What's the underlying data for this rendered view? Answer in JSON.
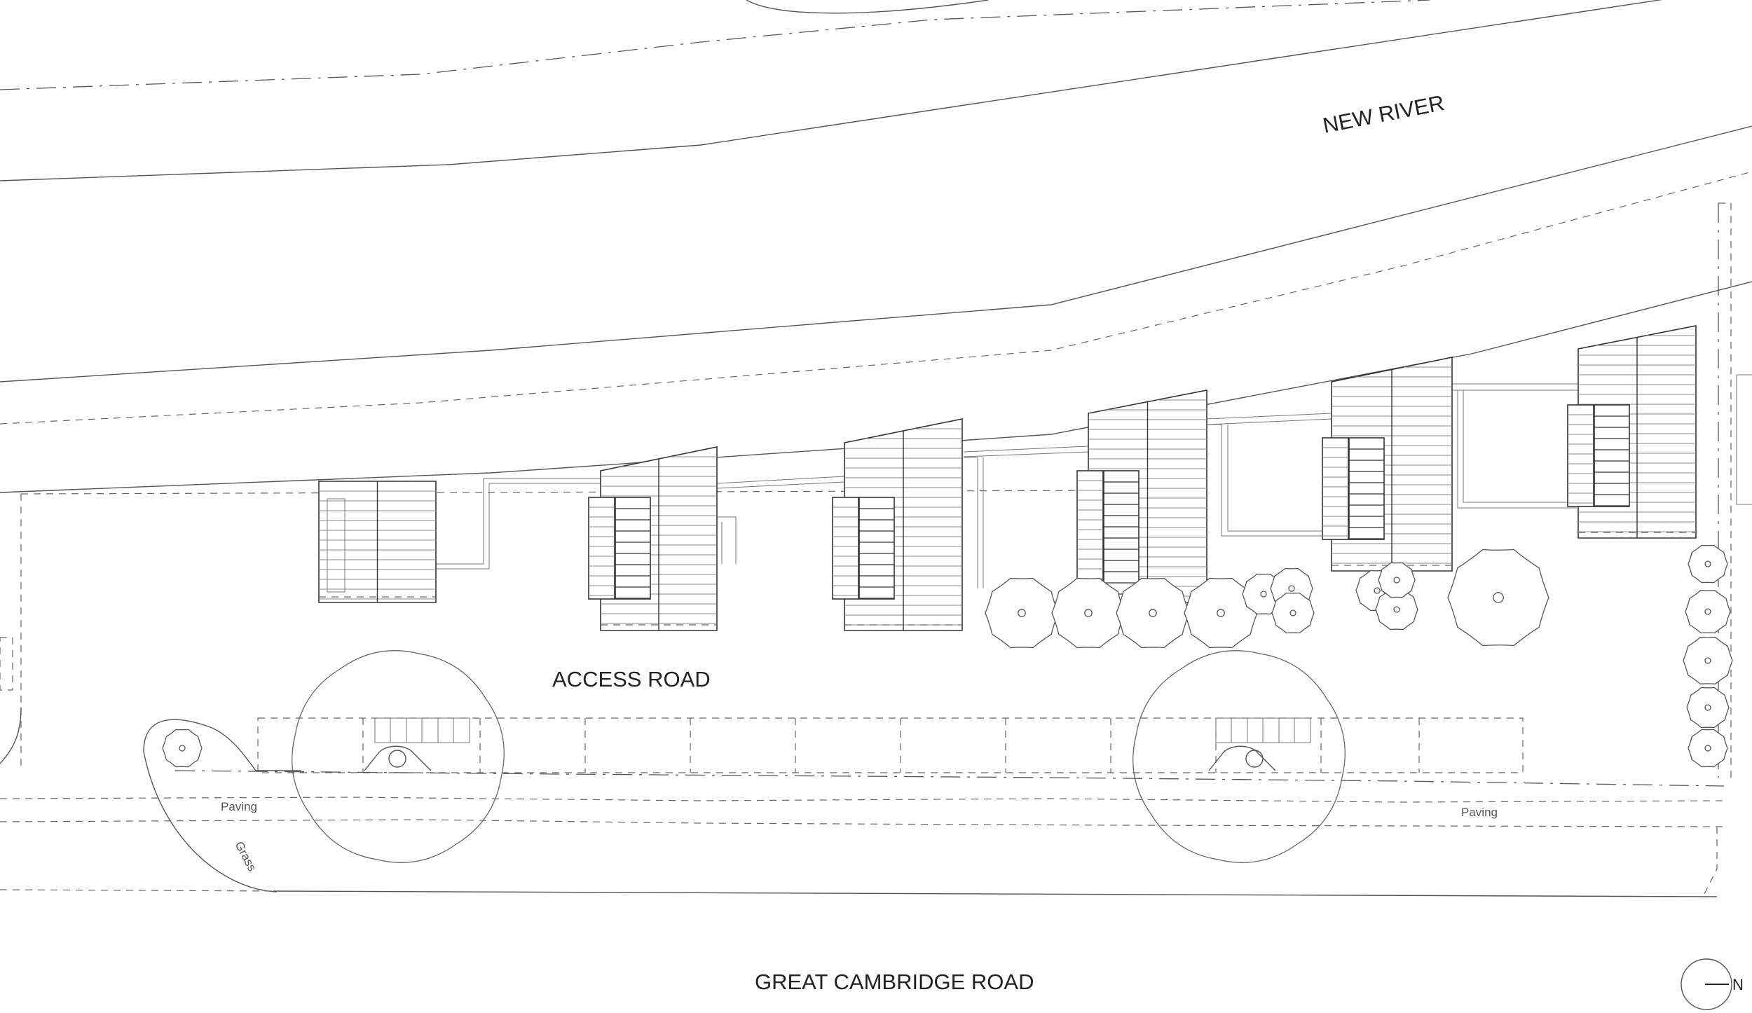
{
  "labels": {
    "river": "NEW RIVER",
    "access_road": "ACCESS ROAD",
    "main_road": "GREAT CAMBRIDGE ROAD",
    "paving_1": "Paving",
    "paving_2": "Paving",
    "grass": "Grass",
    "north": "N"
  }
}
